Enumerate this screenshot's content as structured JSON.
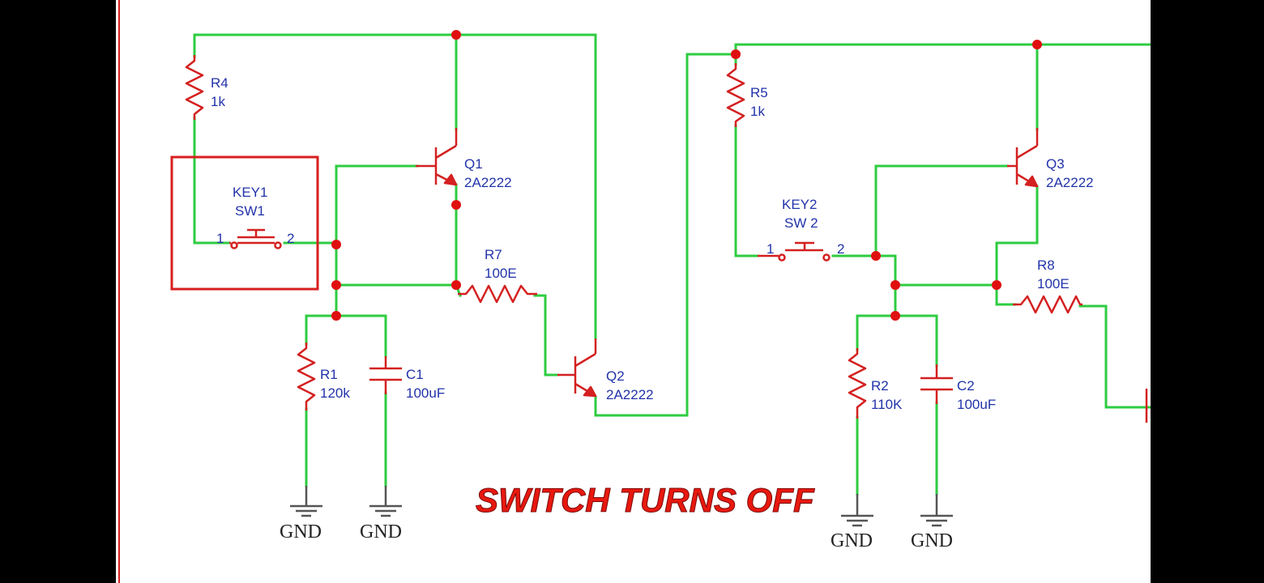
{
  "caption": "SWITCH TURNS OFF",
  "highlight_color": "#d81f1f",
  "wire_color": "#2ecc40",
  "component_color": "#d42020",
  "label_color": "#2233aa",
  "components": {
    "r4": {
      "ref": "R4",
      "value": "1k"
    },
    "r5": {
      "ref": "R5",
      "value": "1k"
    },
    "q1": {
      "ref": "Q1",
      "value": "2A2222"
    },
    "q2": {
      "ref": "Q2",
      "value": "2A2222"
    },
    "q3": {
      "ref": "Q3",
      "value": "2A2222"
    },
    "key1": {
      "ref": "KEY1",
      "value": "SW1",
      "pin1": "1",
      "pin2": "2"
    },
    "key2": {
      "ref": "KEY2",
      "value": "SW 2",
      "pin1": "1",
      "pin2": "2"
    },
    "r7": {
      "ref": "R7",
      "value": "100E"
    },
    "r8": {
      "ref": "R8",
      "value": "100E"
    },
    "r1": {
      "ref": "R1",
      "value": "120k"
    },
    "r2": {
      "ref": "R2",
      "value": "110K"
    },
    "c1": {
      "ref": "C1",
      "value": "100uF"
    },
    "c2": {
      "ref": "C2",
      "value": "100uF"
    }
  },
  "grounds": [
    "GND",
    "GND",
    "GND",
    "GND"
  ]
}
